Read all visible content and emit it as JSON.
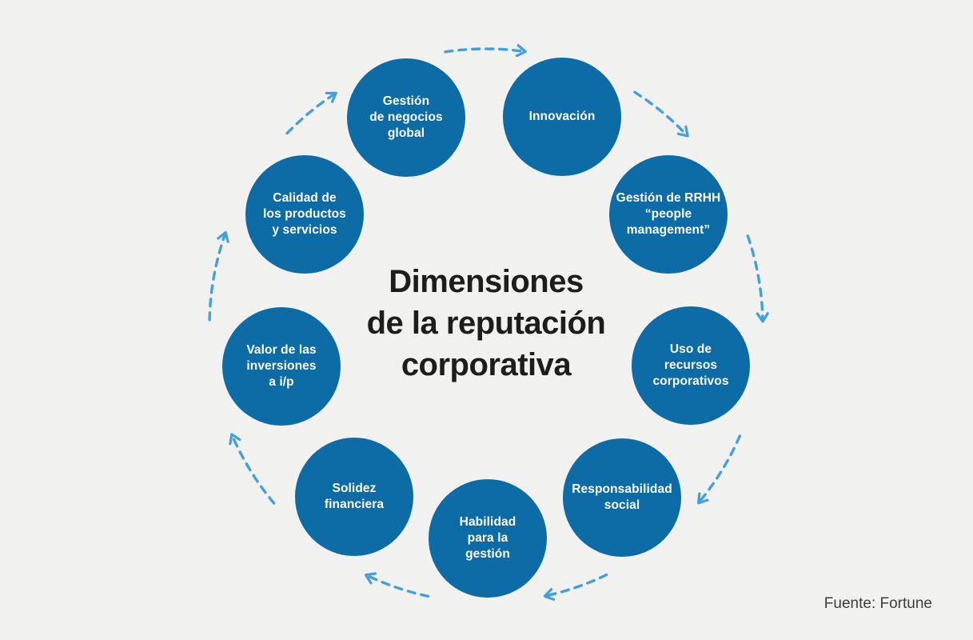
{
  "title": "Dimensiones\nde la reputación\ncorporativa",
  "source": "Fuente: Fortune",
  "flow_direction": "clockwise",
  "colors": {
    "background": "#F1F1F0",
    "circle": "#0D6BA5",
    "arrow": "#42A0DC",
    "title_text": "#1D1D1B",
    "source_text": "#3C3C3B",
    "circle_text": "#FFFFFF"
  },
  "nodes": [
    {
      "label": "Gestión\nde negocios\nglobal"
    },
    {
      "label": "Innovación"
    },
    {
      "label": "Gestión de RRHH\n“people\nmanagement”"
    },
    {
      "label": "Uso de\nrecursos\ncorporativos"
    },
    {
      "label": "Responsabilidad\nsocial"
    },
    {
      "label": "Habilidad\npara la\ngestión"
    },
    {
      "label": "Solidez\nfinanciera"
    },
    {
      "label": "Valor de las\ninversiones\na i/p"
    },
    {
      "label": "Calidad de\nlos productos\ny servicios"
    }
  ]
}
